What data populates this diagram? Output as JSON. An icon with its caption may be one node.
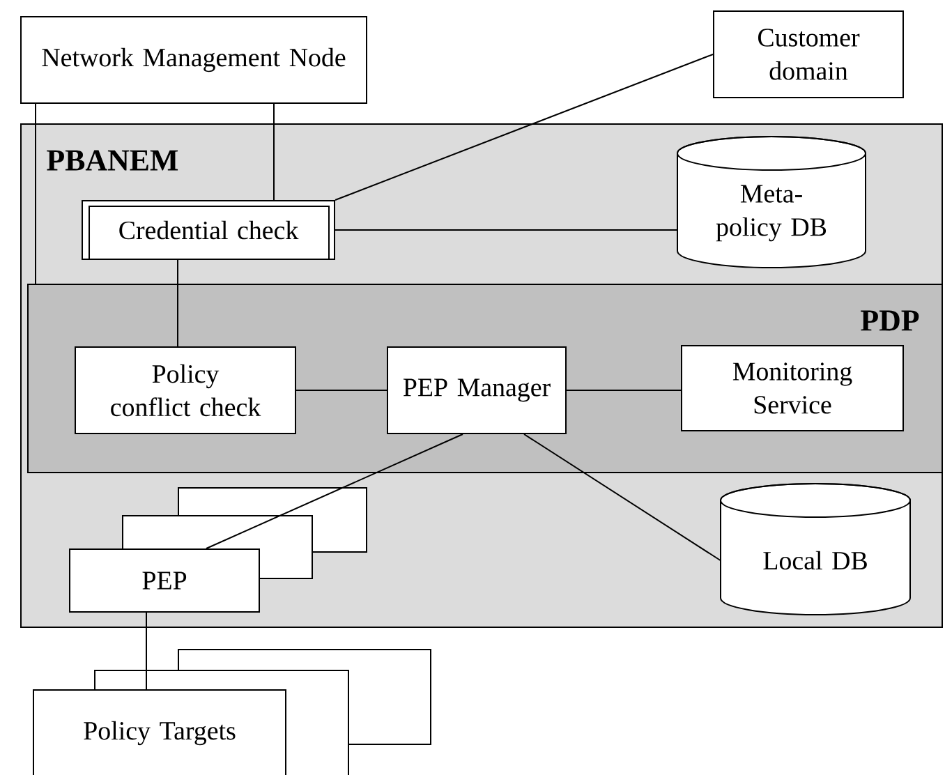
{
  "diagram": {
    "nodes": [
      {
        "text": [
          "Network Management Node"
        ]
      },
      {
        "text": [
          "Customer domain"
        ]
      },
      {
        "text": [
          "PBANEM"
        ]
      },
      {
        "text": [
          "Credential check"
        ],
        "in": 2
      },
      {
        "text": [
          "Meta-policy DB"
        ],
        "in": 2
      },
      {
        "text": [
          "PDP"
        ],
        "in": 2
      },
      {
        "text": [
          "Policy conflict check"
        ],
        "in": 5
      },
      {
        "text": [
          "PEP Manager"
        ],
        "in": 5
      },
      {
        "text": [
          "Monitoring Service"
        ],
        "in": 5
      },
      {
        "text": [
          "PEP"
        ],
        "in": 2
      },
      {
        "text": [
          "Local DB"
        ],
        "in": 2
      },
      {
        "text": [
          "Policy Targets"
        ]
      }
    ],
    "edges": [
      {
        "from": 0,
        "to": 5,
        "arrow": "none"
      },
      {
        "from": 0,
        "to": 3,
        "arrow": "none"
      },
      {
        "from": 1,
        "to": 3,
        "arrow": "none"
      },
      {
        "from": 3,
        "to": 4,
        "arrow": "none"
      },
      {
        "from": 3,
        "to": 6,
        "arrow": "none"
      },
      {
        "from": 6,
        "to": 7,
        "arrow": "none"
      },
      {
        "from": 7,
        "to": 8,
        "arrow": "none"
      },
      {
        "from": 7,
        "to": 9,
        "arrow": "none"
      },
      {
        "from": 7,
        "to": 10,
        "arrow": "none"
      },
      {
        "from": 9,
        "to": 11,
        "arrow": "none"
      }
    ]
  }
}
